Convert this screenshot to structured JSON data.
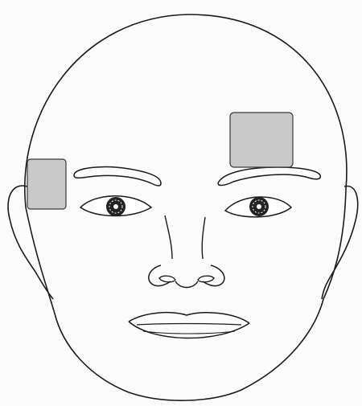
{
  "figure": {
    "description_visible_text": "",
    "colors": {
      "background": "#fbfbfb",
      "outline": "#1a1a1a",
      "electrode_fill": "#c9c9c9",
      "electrode_stroke": "#3a3a3a",
      "iris": "#222222"
    },
    "elements": {
      "head_outline": "head-outline",
      "left_ear": "left-ear",
      "right_ear": "right-ear",
      "left_eyebrow": "left-eyebrow",
      "right_eyebrow": "right-eyebrow",
      "left_eye": "left-eye",
      "right_eye": "right-eye",
      "nose": "nose",
      "mouth": "mouth",
      "electrode_left_temple": "electrode-left-temple",
      "electrode_right_forehead": "electrode-right-forehead"
    }
  }
}
